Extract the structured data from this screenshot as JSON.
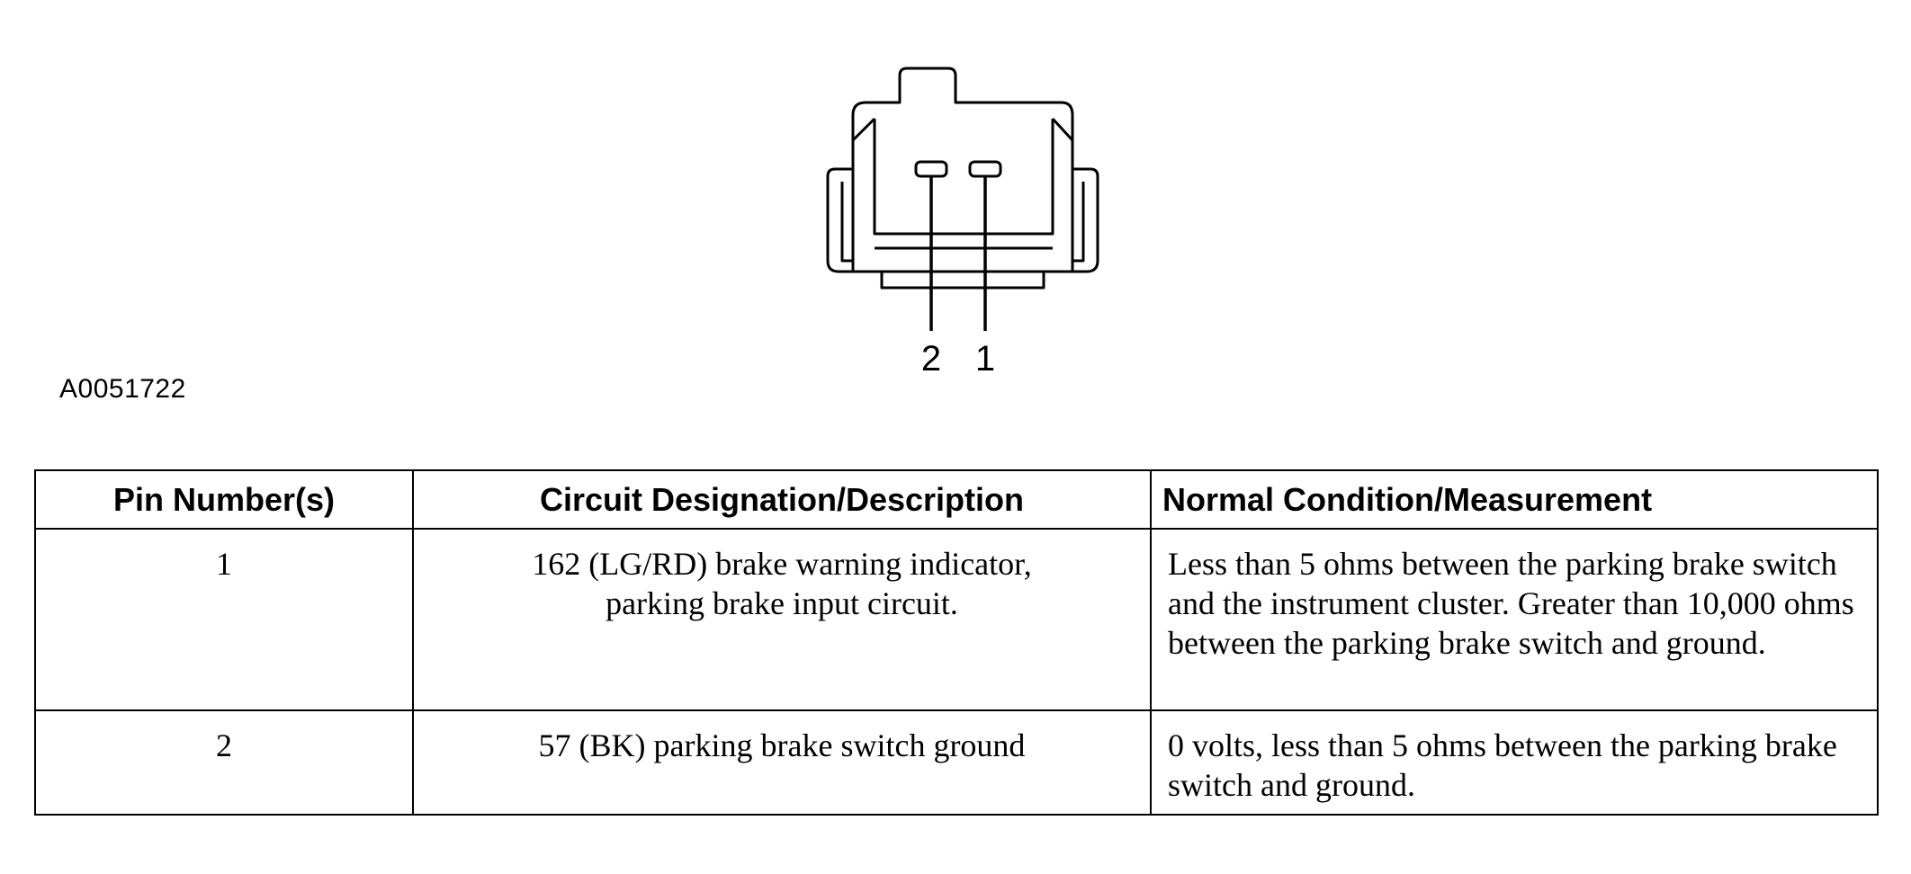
{
  "figure": {
    "id": "A0051722",
    "pin_labels": [
      "2",
      "1"
    ]
  },
  "table": {
    "headers": {
      "pin": "Pin Number(s)",
      "circuit": "Circuit Designation/Description",
      "condition": "Normal Condition/Measurement"
    },
    "rows": [
      {
        "pin": "1",
        "circuit_line1": "162 (LG/RD) brake warning indicator,",
        "circuit_line2": "parking brake input circuit.",
        "condition": "Less than 5 ohms between the parking brake switch and the instrument cluster. Greater than 10,000 ohms between the parking brake switch and ground."
      },
      {
        "pin": "2",
        "circuit_line1": "57 (BK) parking brake switch ground",
        "condition": "0 volts, less than 5 ohms between the parking brake switch and ground."
      }
    ]
  }
}
